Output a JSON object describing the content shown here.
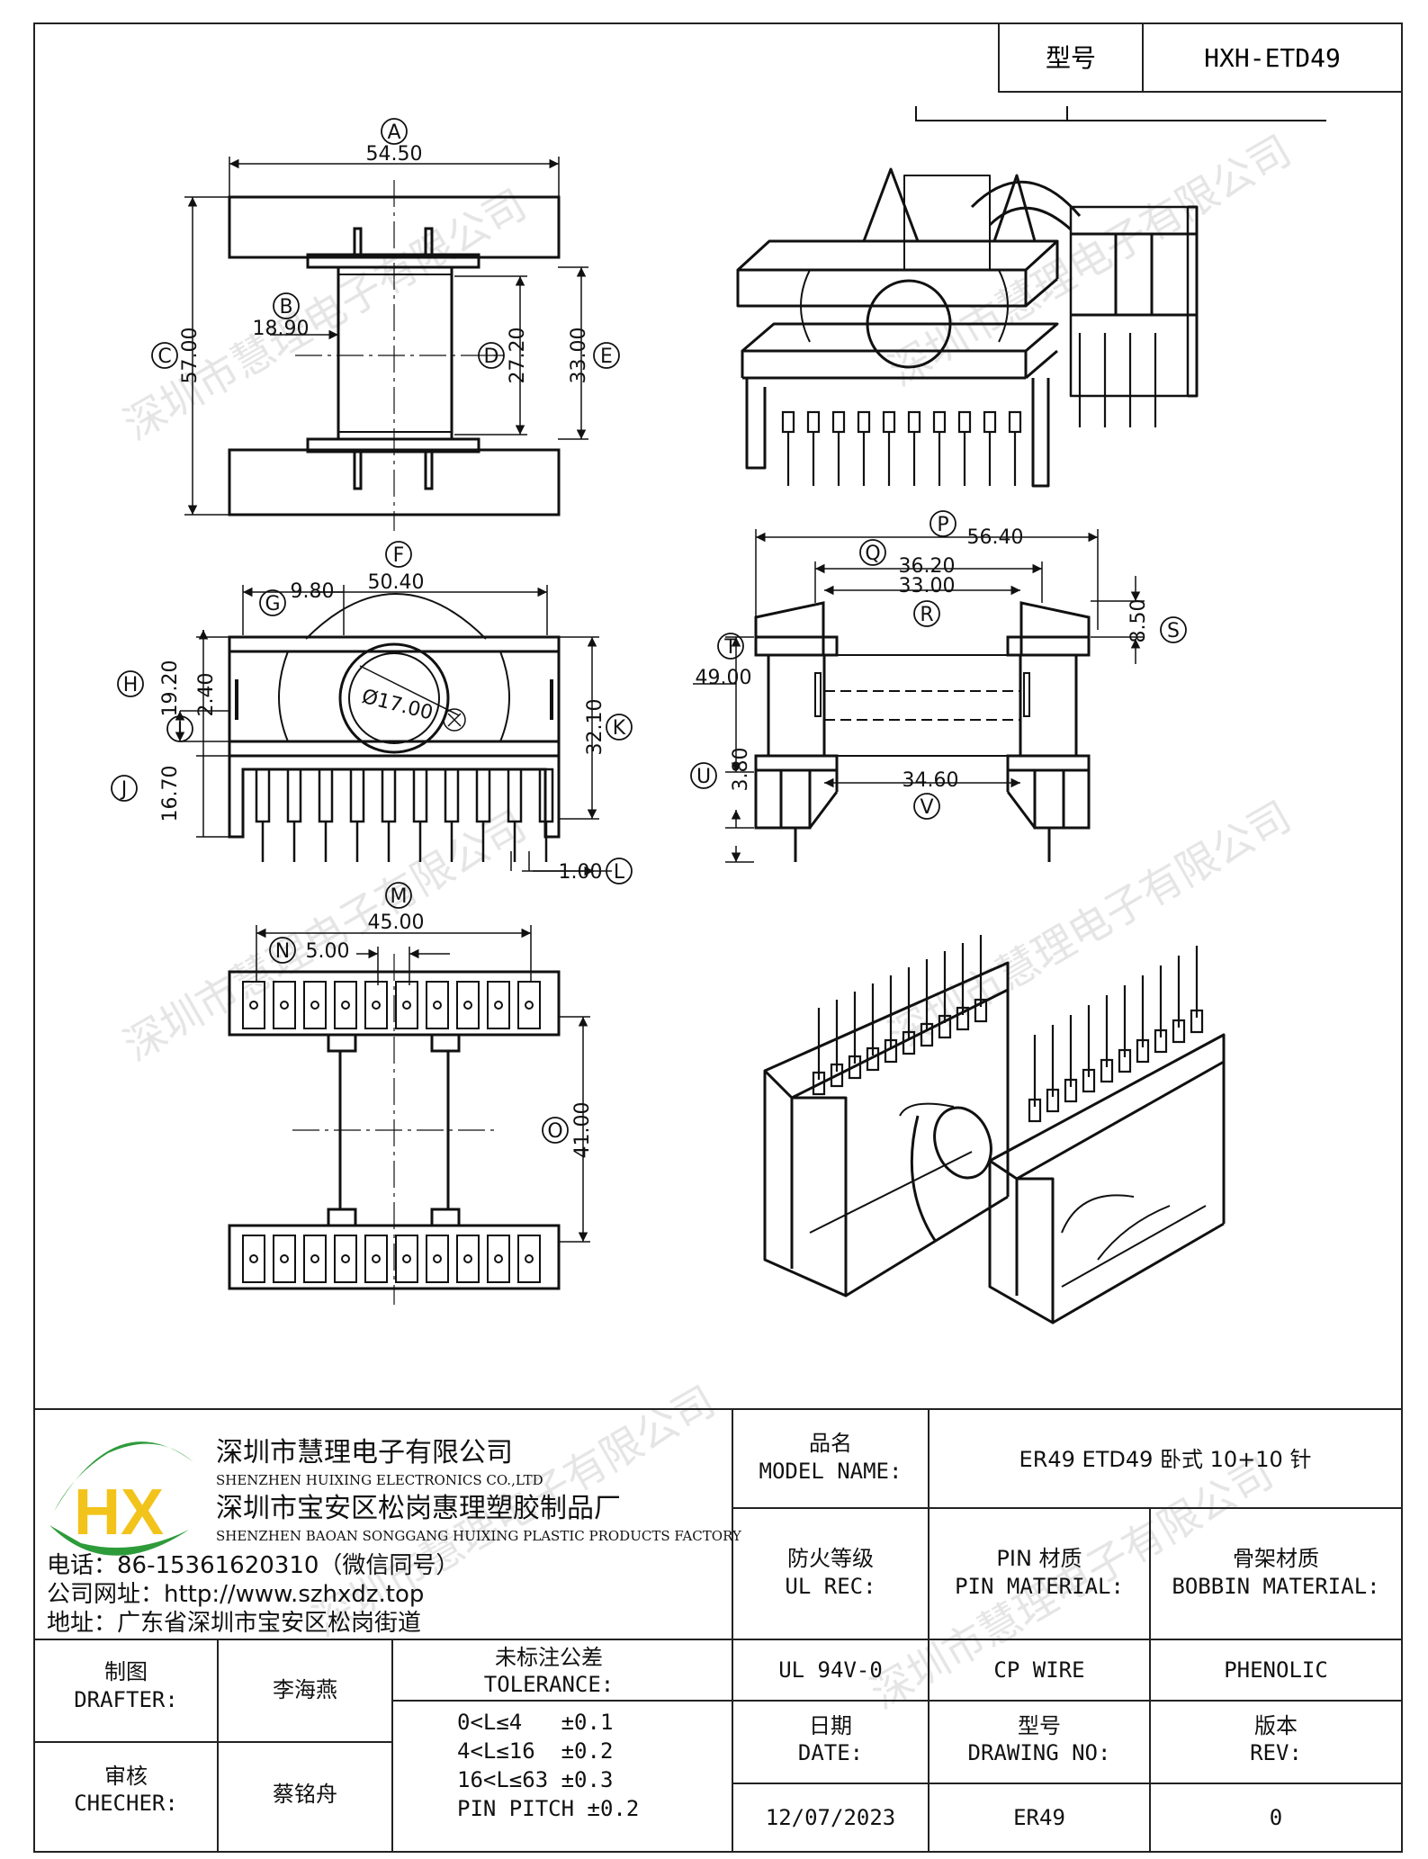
{
  "header": {
    "model_label": "型号",
    "model_value": "HXH-ETD49"
  },
  "dims": {
    "A": "A",
    "a_val": "54.50",
    "B": "B",
    "b_val": "18.90",
    "C": "C",
    "c_val": "57.00",
    "D": "D",
    "d_val": "27.20",
    "E": "E",
    "e_val": "33.00",
    "F": "F",
    "f_val": "50.40",
    "G": "G",
    "g_val": "9.80",
    "H": "H",
    "h_val": "19.20",
    "I": "I",
    "i_val": "2.40",
    "J": "J",
    "j_val": "16.70",
    "K": "K",
    "k_val": "32.10",
    "L": "L",
    "l_val": "1.00",
    "M": "M",
    "m_val": "45.00",
    "N": "N",
    "n_val": "5.00",
    "O": "O",
    "o_val": "41.00",
    "P": "P",
    "p_val": "56.40",
    "Q": "Q",
    "q_val": "36.20",
    "R": "R",
    "r_val": "33.00",
    "S": "S",
    "s_val": "8.50",
    "T": "T",
    "t_val": "49.00",
    "U": "U",
    "u_val": "3.80",
    "V": "V",
    "v_val": "34.60",
    "X": "X",
    "dia_val": "Ø17.00"
  },
  "company": {
    "name_cn": "深圳市慧理电子有限公司",
    "name_en": "SHENZHEN HUIXING ELECTRONICS CO.,LTD",
    "factory_cn": "深圳市宝安区松岗惠理塑胶制品厂",
    "factory_en": "SHENZHEN BAOAN SONGGANG HUIXING PLASTIC PRODUCTS FACTORY",
    "phone": "电话：86-15361620310（微信同号）",
    "website": "公司网址：http://www.szhxdz.top",
    "address": "地址：广东省深圳市宝安区松岗街道",
    "logo_text": "HX",
    "logo_green": "#2e9b3a",
    "logo_yellow": "#f2c31a"
  },
  "watermark": "深圳市慧理电子有限公司",
  "table": {
    "model_name_cn": "品名",
    "model_name_en": "MODEL NAME:",
    "model_name_value": "ER49 ETD49 卧式 10+10 针",
    "ul_cn": "防火等级",
    "ul_en": "UL REC:",
    "pin_mat_cn": "PIN 材质",
    "pin_mat_en": "PIN MATERIAL:",
    "bobbin_cn": "骨架材质",
    "bobbin_en": "BOBBIN MATERIAL:",
    "ul_value": "UL 94V-0",
    "pin_value": "CP WIRE",
    "bobbin_value": "PHENOLIC",
    "drafter_cn": "制图",
    "drafter_en": "DRAFTER:",
    "drafter_name": "李海燕",
    "checker_cn": "审核",
    "checker_en": "CHECHER:",
    "checker_name": "蔡铭舟",
    "tol_cn": "未标注公差",
    "tol_en": "TOLERANCE:",
    "tol_1": "0<L≤4   ±0.1",
    "tol_2": "4<L≤16  ±0.2",
    "tol_3": "16<L≤63 ±0.3",
    "tol_4": "PIN PITCH ±0.2",
    "date_cn": "日期",
    "date_en": "DATE:",
    "drawing_cn": "型号",
    "drawing_en": "DRAWING NO:",
    "rev_cn": "版本",
    "rev_en": "REV:",
    "date_value": "12/07/2023",
    "drawing_value": "ER49",
    "rev_value": "0"
  }
}
